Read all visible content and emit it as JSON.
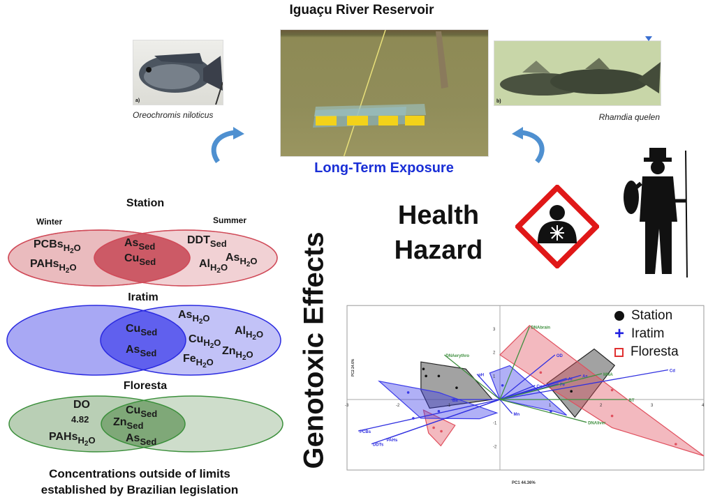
{
  "header": {
    "title": "Iguaçu River Reservoir"
  },
  "photos": {
    "left_caption": "Oreochromis niloticus",
    "left_tag": "a)",
    "right_caption": "Rhamdia quelen",
    "right_tag": "b)"
  },
  "exposure_label": "Long-Term Exposure",
  "venn": {
    "station": {
      "title": "Station",
      "winter": "Winter",
      "summer": "Summer",
      "items": [
        {
          "b": "PCBs",
          "s": "H2O"
        },
        {
          "b": "PAHs",
          "s": "H2O"
        },
        {
          "b": "As",
          "s": "Sed"
        },
        {
          "b": "Cu",
          "s": "Sed"
        },
        {
          "b": "DDT",
          "s": "Sed"
        },
        {
          "b": "As",
          "s": "H2O"
        },
        {
          "b": "Al",
          "s": "H2O"
        }
      ]
    },
    "iratim": {
      "title": "Iratim",
      "items": [
        {
          "b": "As",
          "s": "H2O"
        },
        {
          "b": "Cu",
          "s": "Sed"
        },
        {
          "b": "Al",
          "s": "H2O"
        },
        {
          "b": "Cu",
          "s": "H2O"
        },
        {
          "b": "As",
          "s": "Sed"
        },
        {
          "b": "Zn",
          "s": "H2O"
        },
        {
          "b": "Fe",
          "s": "H2O"
        }
      ]
    },
    "floresta": {
      "title": "Floresta",
      "do_label": "DO",
      "do_value": "4.82",
      "items": [
        {
          "b": "Cu",
          "s": "Sed"
        },
        {
          "b": "Zn",
          "s": "Sed"
        },
        {
          "b": "PAHs",
          "s": "H2O"
        },
        {
          "b": "As",
          "s": "Sed"
        }
      ]
    },
    "footer_line1": "Concentrations outside of limits",
    "footer_line2": "established by Brazilian legislation"
  },
  "genotoxic_label": "Genotoxic Effects",
  "health_hazard": {
    "line1": "Health",
    "line2": "Hazard"
  },
  "colors": {
    "station": "#d9545f",
    "iratim": "#3b3bf0",
    "floresta": "#4d9a4d",
    "pca_station": "#555555",
    "pca_iratim": "#3a3ae8",
    "pca_floresta": "#e0505e",
    "exposure": "#1a2fd6"
  },
  "chart_data": {
    "type": "scatter",
    "xlabel": "PC1 44.36%",
    "ylabel": "PC2 24.6%",
    "xlim": [
      -3,
      4
    ],
    "ylim": [
      -3,
      4
    ],
    "xticks": [
      "-3",
      "-2",
      "-1",
      "1",
      "2",
      "3",
      "4"
    ],
    "yticks": [
      "3",
      "2",
      "1",
      "-1",
      "-2"
    ],
    "legend": [
      {
        "name": "Station",
        "marker": "dot"
      },
      {
        "name": "Iratim",
        "marker": "plus"
      },
      {
        "name": "Floresta",
        "marker": "square"
      }
    ],
    "hulls": [
      {
        "group": "Station",
        "points": [
          [
            -1.55,
            1.6
          ],
          [
            -0.67,
            1.3
          ],
          [
            -0.15,
            0
          ],
          [
            -1.38,
            -0.37
          ],
          [
            -1.55,
            0.4
          ]
        ]
      },
      {
        "group": "Station",
        "points": [
          [
            1.85,
            2.15
          ],
          [
            2.25,
            1.45
          ],
          [
            1.47,
            -0.75
          ],
          [
            0.92,
            0.68
          ]
        ]
      },
      {
        "group": "Floresta",
        "points": [
          [
            0,
            1.9
          ],
          [
            0.58,
            3.15
          ],
          [
            2.5,
            0
          ],
          [
            4,
            -2.4
          ],
          [
            2.2,
            -1.2
          ],
          [
            0.9,
            0.6
          ]
        ]
      },
      {
        "group": "Floresta",
        "points": [
          [
            -1.5,
            -0.45
          ],
          [
            -0.88,
            -1.1
          ],
          [
            -1.16,
            -1.97
          ],
          [
            -1.4,
            -1.43
          ]
        ]
      },
      {
        "group": "Iratim",
        "points": [
          [
            -2.37,
            0.78
          ],
          [
            -1.2,
            0.3
          ],
          [
            -0.06,
            -0.57
          ],
          [
            -0.4,
            -0.82
          ],
          [
            -1.55,
            -0.8
          ]
        ]
      },
      {
        "group": "Iratim",
        "points": [
          [
            -0.2,
            1.13
          ],
          [
            0.19,
            1.44
          ],
          [
            1.31,
            -0.67
          ],
          [
            1.05,
            -0.5
          ],
          [
            0,
            0
          ]
        ]
      }
    ],
    "points": [
      {
        "group": "Station",
        "x": -1.45,
        "y": 1.0
      },
      {
        "group": "Station",
        "x": -1.2,
        "y": 1.0
      },
      {
        "group": "Station",
        "x": -0.85,
        "y": 0.5
      },
      {
        "group": "Station",
        "x": -1.5,
        "y": 1.3
      },
      {
        "group": "Station",
        "x": 1.4,
        "y": 0.35
      },
      {
        "group": "Iratim",
        "x": -1.8,
        "y": 0.3
      },
      {
        "group": "Iratim",
        "x": -1.7,
        "y": -0.8
      },
      {
        "group": "Iratim",
        "x": -1.2,
        "y": -0.5
      },
      {
        "group": "Iratim",
        "x": 0.05,
        "y": 0.6
      },
      {
        "group": "Iratim",
        "x": 1.0,
        "y": -0.5
      },
      {
        "group": "Floresta",
        "x": -1.3,
        "y": -1.2
      },
      {
        "group": "Floresta",
        "x": -1.15,
        "y": -1.35
      },
      {
        "group": "Floresta",
        "x": 0.8,
        "y": 1.15
      },
      {
        "group": "Floresta",
        "x": 2.2,
        "y": -0.7
      },
      {
        "group": "Floresta",
        "x": 3.45,
        "y": -1.9
      },
      {
        "group": "Floresta",
        "x": 2.2,
        "y": 0.4
      }
    ],
    "loadings": [
      {
        "label": "OD",
        "x": 1.08,
        "y": 1.9,
        "kind": "chem"
      },
      {
        "label": "Cd",
        "x": 3.3,
        "y": 1.26,
        "kind": "chem"
      },
      {
        "label": "PCBs",
        "x": -2.78,
        "y": -1.34,
        "kind": "chem"
      },
      {
        "label": "DDTs",
        "x": -2.52,
        "y": -1.89,
        "kind": "chem"
      },
      {
        "label": "PAHs",
        "x": -2.25,
        "y": -1.69,
        "kind": "chem"
      },
      {
        "label": "pH",
        "x": -0.45,
        "y": 1.08,
        "kind": "chem"
      },
      {
        "label": "Mn",
        "x": 0.24,
        "y": -0.6,
        "kind": "chem"
      },
      {
        "label": "Cu",
        "x": 0.69,
        "y": 0.6,
        "kind": "chem"
      },
      {
        "label": "As",
        "x": 1.59,
        "y": 1.03,
        "kind": "chem"
      },
      {
        "label": "Al",
        "x": 1.31,
        "y": 0.9,
        "kind": "chem"
      },
      {
        "label": "Fe",
        "x": 1.15,
        "y": 0.67,
        "kind": "chem"
      },
      {
        "label": "Ba",
        "x": -0.96,
        "y": 0.0,
        "kind": "chem"
      },
      {
        "label": "DNAbrain",
        "x": 0.58,
        "y": 3.1,
        "kind": "bio"
      },
      {
        "label": "DNAerythro",
        "x": -1.09,
        "y": 1.9,
        "kind": "bio"
      },
      {
        "label": "DNAliver",
        "x": 1.7,
        "y": -0.97,
        "kind": "bio"
      },
      {
        "label": "MNA",
        "x": 2.0,
        "y": 1.1,
        "kind": "bio"
      },
      {
        "label": "BT",
        "x": 2.5,
        "y": 0.0,
        "kind": "bio"
      }
    ]
  }
}
